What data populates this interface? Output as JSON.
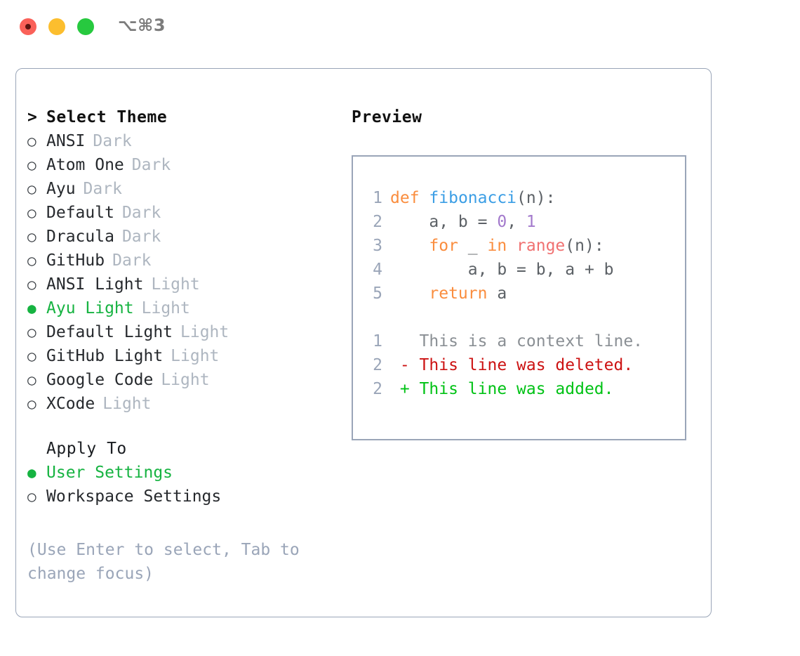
{
  "window": {
    "shortcut": "⌥⌘3",
    "traffic_lights": [
      "close-red",
      "minimize-yellow",
      "maximize-green"
    ]
  },
  "theme_list": {
    "header": "Select Theme",
    "caret": ">",
    "marker_unselected": "○",
    "marker_selected": "●",
    "items": [
      {
        "label": "ANSI",
        "tag": "Dark",
        "selected": false
      },
      {
        "label": "Atom One",
        "tag": "Dark",
        "selected": false
      },
      {
        "label": "Ayu",
        "tag": "Dark",
        "selected": false
      },
      {
        "label": "Default",
        "tag": "Dark",
        "selected": false
      },
      {
        "label": "Dracula",
        "tag": "Dark",
        "selected": false
      },
      {
        "label": "GitHub",
        "tag": "Dark",
        "selected": false
      },
      {
        "label": "ANSI Light",
        "tag": "Light",
        "selected": false
      },
      {
        "label": "Ayu Light",
        "tag": "Light",
        "selected": true
      },
      {
        "label": "Default Light",
        "tag": "Light",
        "selected": false
      },
      {
        "label": "GitHub Light",
        "tag": "Light",
        "selected": false
      },
      {
        "label": "Google Code",
        "tag": "Light",
        "selected": false
      },
      {
        "label": "XCode",
        "tag": "Light",
        "selected": false
      }
    ]
  },
  "apply_to": {
    "header": "Apply To",
    "items": [
      {
        "label": "User Settings",
        "selected": true
      },
      {
        "label": "Workspace Settings",
        "selected": false
      }
    ]
  },
  "hint": "(Use Enter to select, Tab to change focus)",
  "preview": {
    "title": "Preview",
    "code_lines": [
      {
        "n": "1",
        "tokens": [
          {
            "t": "def",
            "c": "kw"
          },
          {
            "t": " ",
            "c": "pl"
          },
          {
            "t": "fibonacci",
            "c": "fn"
          },
          {
            "t": "(n):",
            "c": "pl"
          }
        ]
      },
      {
        "n": "2",
        "tokens": [
          {
            "t": "    a, b = ",
            "c": "pl"
          },
          {
            "t": "0",
            "c": "num"
          },
          {
            "t": ", ",
            "c": "pl"
          },
          {
            "t": "1",
            "c": "num"
          }
        ]
      },
      {
        "n": "3",
        "tokens": [
          {
            "t": "    ",
            "c": "pl"
          },
          {
            "t": "for",
            "c": "kw"
          },
          {
            "t": " _ ",
            "c": "pl"
          },
          {
            "t": "in",
            "c": "kw"
          },
          {
            "t": " ",
            "c": "pl"
          },
          {
            "t": "range",
            "c": "bi"
          },
          {
            "t": "(n):",
            "c": "pl"
          }
        ]
      },
      {
        "n": "4",
        "tokens": [
          {
            "t": "        a, b = b, a + b",
            "c": "pl"
          }
        ]
      },
      {
        "n": "5",
        "tokens": [
          {
            "t": "    ",
            "c": "pl"
          },
          {
            "t": "return",
            "c": "kw"
          },
          {
            "t": " a",
            "c": "pl"
          }
        ]
      }
    ],
    "diff_lines": [
      {
        "n": "1",
        "marker": " ",
        "text": "This is a context line.",
        "c": "ctx"
      },
      {
        "n": "2",
        "marker": "-",
        "text": "This line was deleted.",
        "c": "del"
      },
      {
        "n": "2",
        "marker": "+",
        "text": "This line was added.",
        "c": "add"
      }
    ]
  },
  "colors": {
    "accent_green": "#16b341",
    "tag_gray": "#aeb6c0",
    "border": "#9aa5b8",
    "hint": "#9aa5b8",
    "keyword": "#fa8d3e",
    "function": "#3b9ee5",
    "builtin": "#f07171",
    "number": "#a37acc",
    "plain": "#5c6166",
    "diff_deleted": "#cc1212",
    "diff_added": "#00c215"
  }
}
